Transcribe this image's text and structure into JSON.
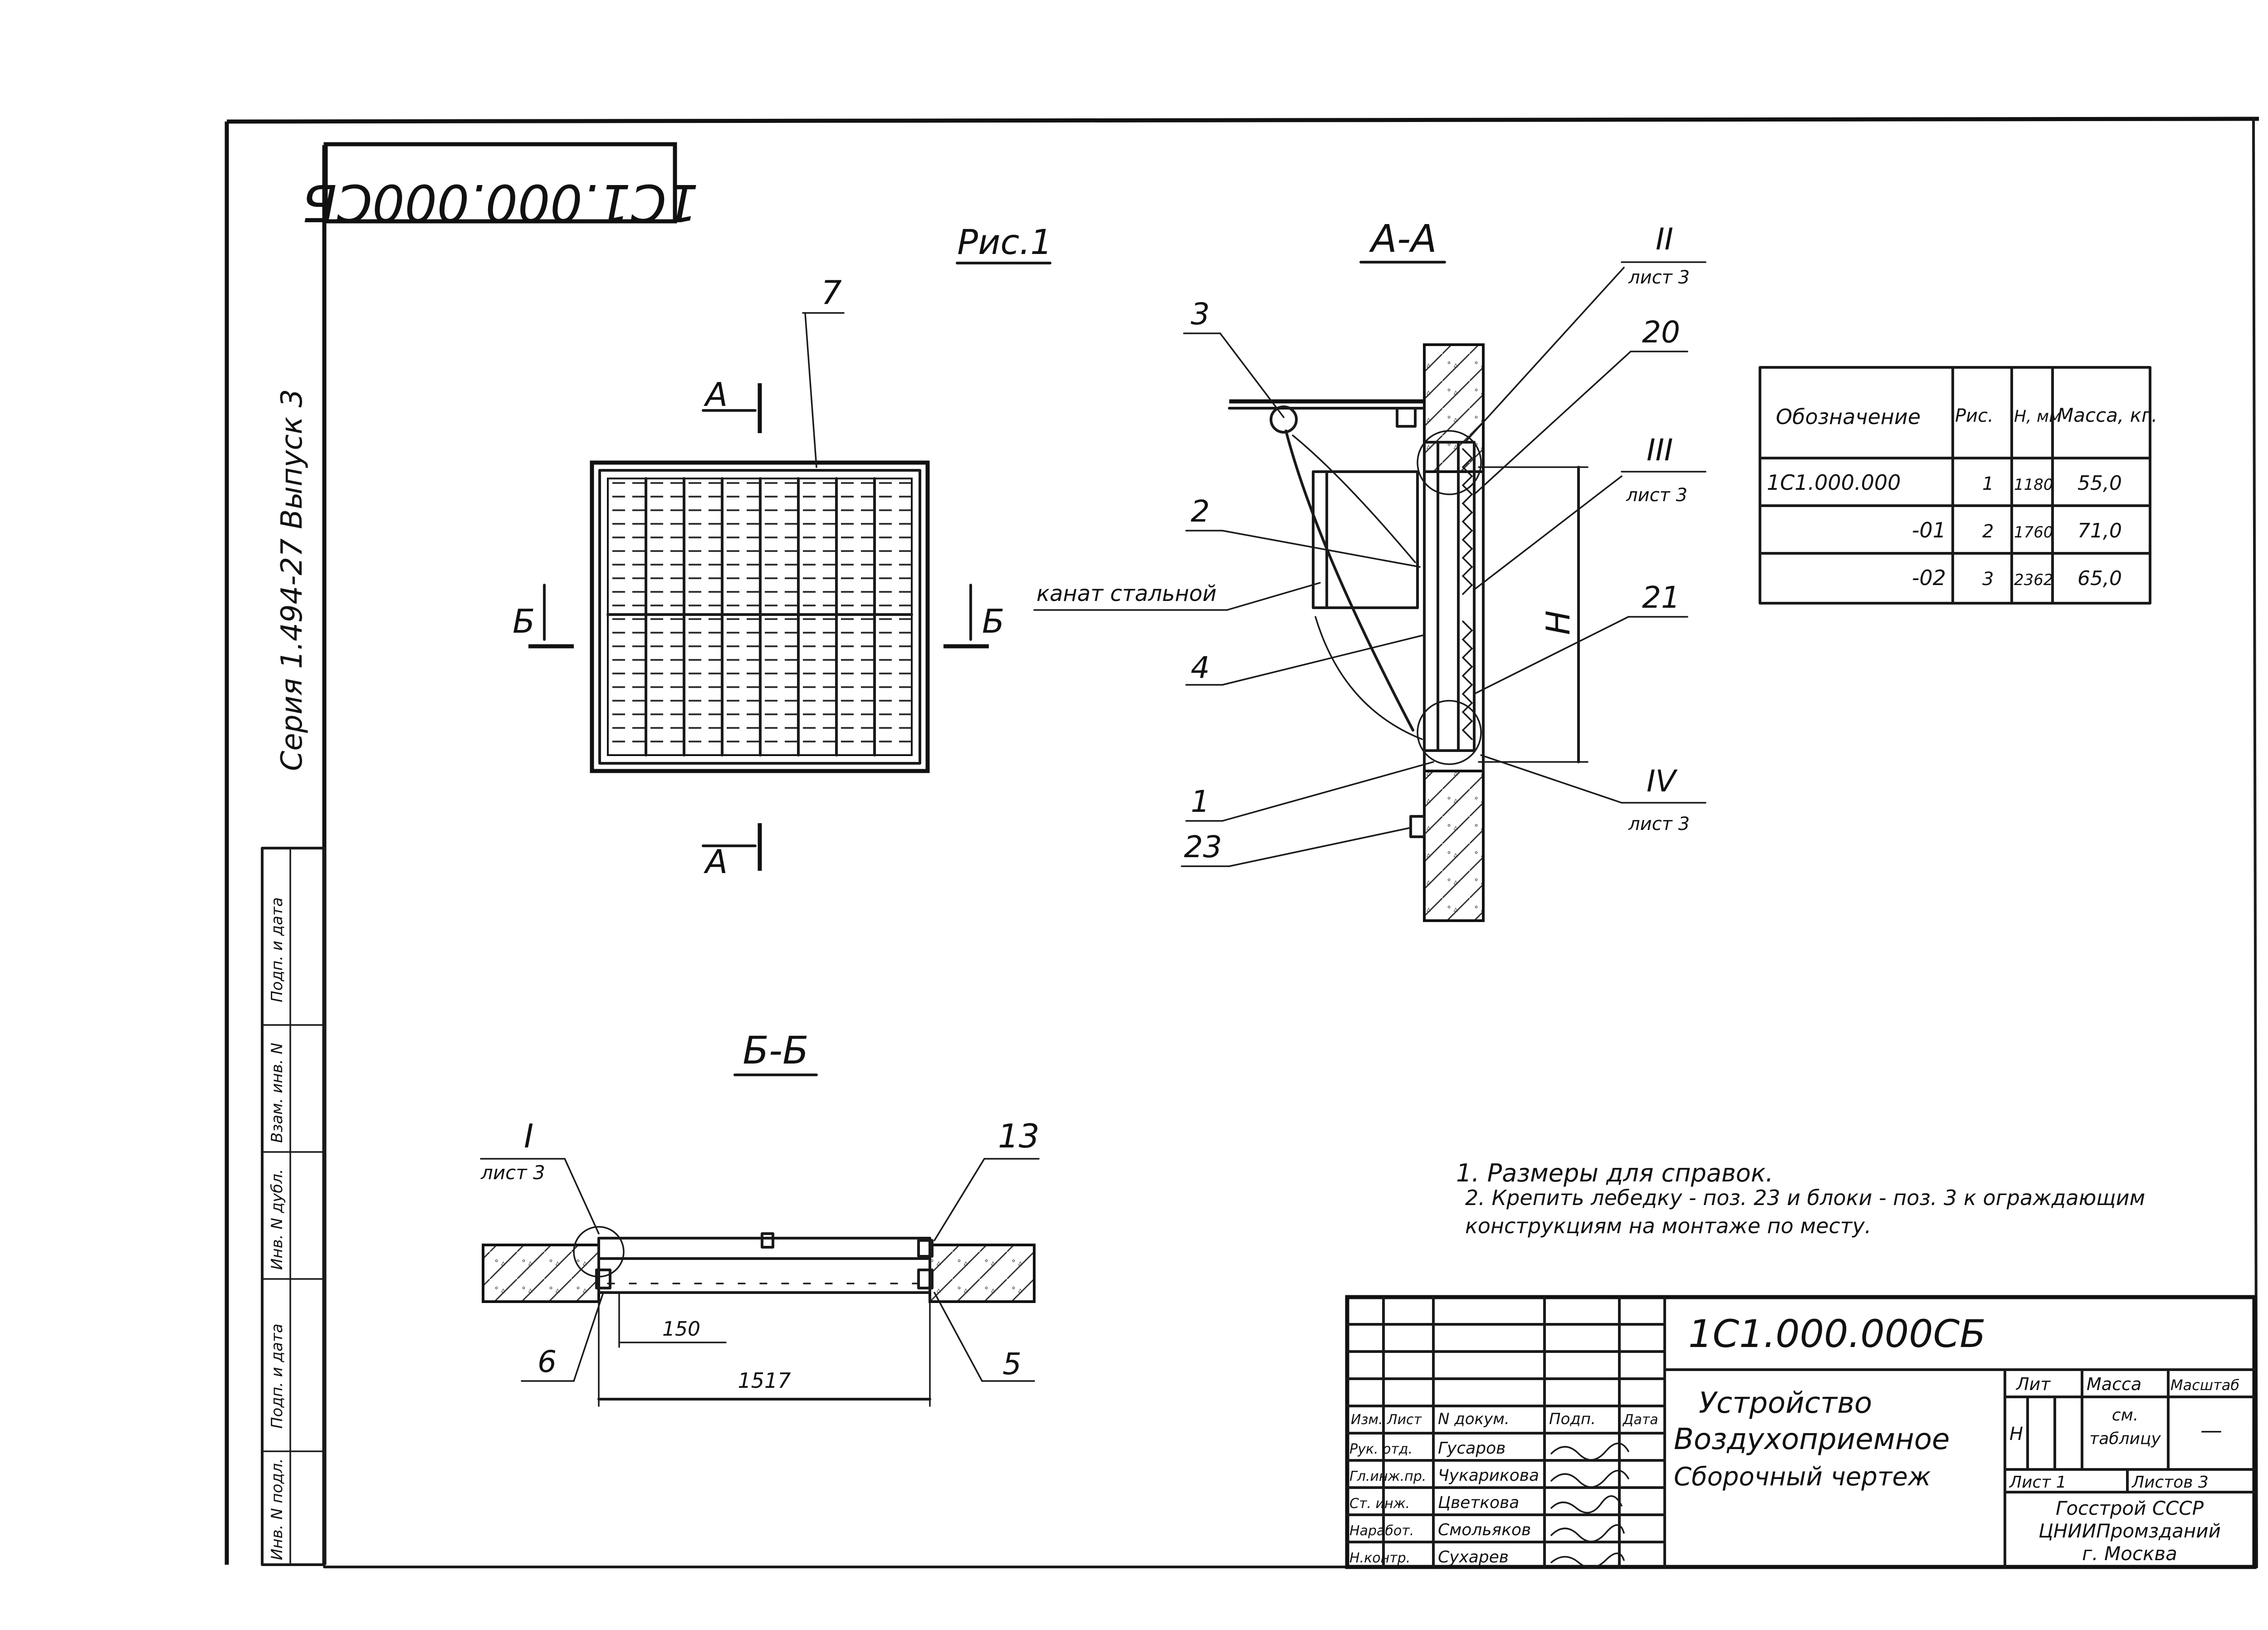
{
  "drawing_number_stamp": "1С1.000.000СБ",
  "series_side_text": "Серия 1.494-27 Выпуск 3",
  "fig_title": "Рис.1",
  "section_aa_title": "А-А",
  "section_bb_title": "Б-Б",
  "cut_marks": {
    "a_top": "А",
    "a_bottom": "А",
    "b_left": "Б",
    "b_right": "Б"
  },
  "fig_callouts": {
    "grille_pos": "7"
  },
  "aa_callouts": {
    "pos3": "3",
    "pos2": "2",
    "pos4": "4",
    "pos1": "1",
    "pos23": "23",
    "pos20": "20",
    "pos21": "21",
    "detail_II": "II",
    "detail_II_sheet": "лист 3",
    "detail_III": "III",
    "detail_III_sheet": "лист 3",
    "detail_IV": "IV",
    "detail_IV_sheet": "лист 3",
    "rope_label": "канат стальной",
    "height_dim": "Н"
  },
  "bb_callouts": {
    "detail_I": "I",
    "detail_I_sheet": "лист 3",
    "pos13": "13",
    "pos6": "6",
    "pos5": "5",
    "dim_150": "150",
    "dim_1517": "1517"
  },
  "spec_table": {
    "headers": [
      "Обозначение",
      "Рис.",
      "Н, мм",
      "Масса, кг."
    ],
    "rows": [
      [
        "1С1.000.000",
        "1",
        "1180",
        "55,0"
      ],
      [
        "-01",
        "2",
        "1760",
        "71,0"
      ],
      [
        "-02",
        "3",
        "2362",
        "65,0"
      ]
    ]
  },
  "notes": [
    "1. Размеры для справок.",
    "2. Крепить лебедку - поз. 23 и блоки - поз. 3 к ограждающим конструкциям на монтаже по месту."
  ],
  "title_block": {
    "code": "1С1.000.000СБ",
    "name_lines": [
      "Устройство",
      "Воздухоприемное",
      "Сборочный чертеж"
    ],
    "col_headers": [
      "Изм.",
      "Лист",
      "N докум.",
      "Подп.",
      "Дата"
    ],
    "roles": [
      "Рук. отд.",
      "Гл.инж.пр.",
      "Ст. инж.",
      "Наработ.",
      "Н.контр."
    ],
    "names": [
      "Гусаров",
      "Чукарикова",
      "Цветкова",
      "Смольяков",
      "Сухарев"
    ],
    "lit_header": "Лит",
    "mass_header": "Масса",
    "scale_header": "Масштаб",
    "lit_value": "Н",
    "mass_value": "см. таблицу",
    "scale_value": "—",
    "sheet": "Лист 1",
    "sheets": "Листов 3",
    "org": [
      "Госстрой СССР",
      "ЦНИИПромзданий",
      "г. Москва"
    ]
  },
  "left_strip": [
    "Подп. и дата",
    "Взам. инв. N",
    "Инв. N дубл.",
    "Подп. и дата",
    "Инв. N подл."
  ]
}
